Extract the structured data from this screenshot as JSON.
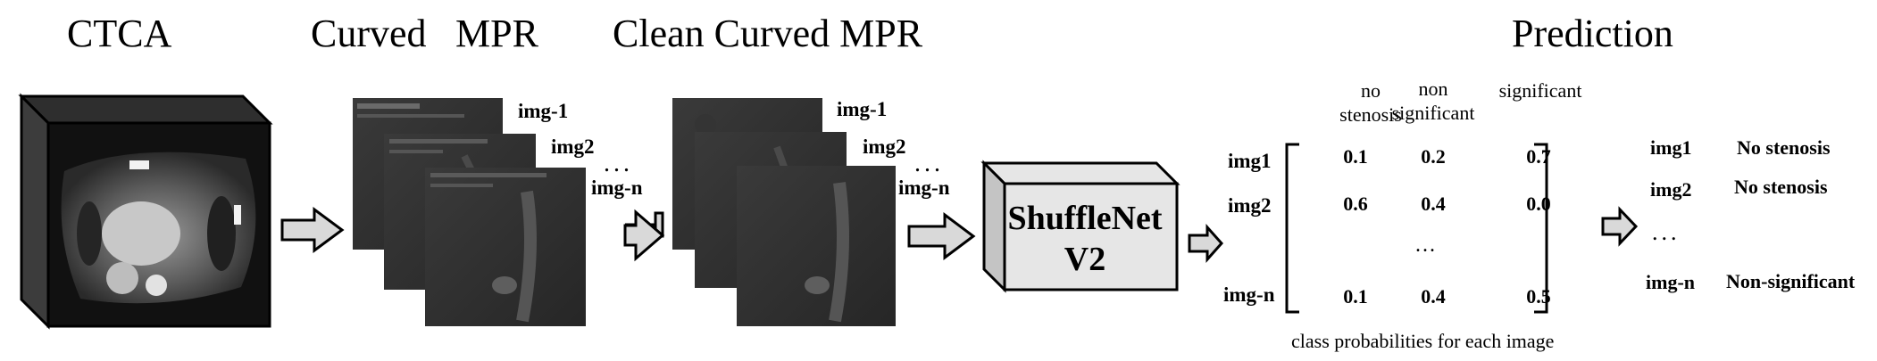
{
  "stages": {
    "ctca": "CTCA",
    "curved_mpr_1": "Curved",
    "curved_mpr_2": "MPR",
    "clean_curved_mpr": "Clean Curved MPR",
    "prediction": "Prediction"
  },
  "mpr_stack": {
    "img1": "img-1",
    "img2": "img2",
    "imgn": "img-n",
    "ellipsis": "..."
  },
  "clean_stack": {
    "img1": "img-1",
    "img2": "img2",
    "imgn": "img-n",
    "ellipsis": "..."
  },
  "model": {
    "line1": "ShuffleNet",
    "line2": "V2"
  },
  "matrix": {
    "headers": [
      {
        "line1": "no",
        "line2": "stenosis"
      },
      {
        "line1": "non",
        "line2": "significant"
      },
      {
        "line1": "",
        "line2": "significant"
      }
    ],
    "rows": [
      {
        "label": "img1",
        "values": [
          "0.1",
          "0.2",
          "0.7"
        ]
      },
      {
        "label": "img2",
        "values": [
          "0.6",
          "0.4",
          "0.0"
        ]
      },
      {
        "label": "img-n",
        "values": [
          "0.1",
          "0.4",
          "0.5"
        ]
      }
    ],
    "middle_ellipsis": "...",
    "caption": "class probabilities for each image"
  },
  "predictions": {
    "rows": [
      {
        "label": "img1",
        "class": "No stenosis"
      },
      {
        "label": "img2",
        "class": "No stenosis"
      },
      {
        "label": "img-n",
        "class": "Non-significant"
      }
    ],
    "ellipsis": "..."
  },
  "colors": {
    "arrow_fill": "#d9d9d9",
    "box_front": "#e6e6e6",
    "box_side": "#c4c4c4",
    "ct_cube_side": "#3c3c3c",
    "scan_bg": "#1e1e1e"
  }
}
